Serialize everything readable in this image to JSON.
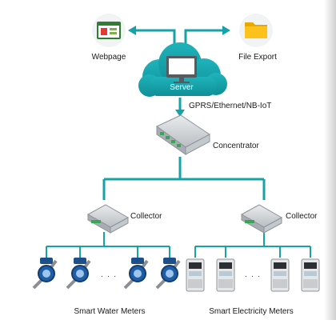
{
  "diagram": {
    "colors": {
      "connector": "#15a3a8",
      "cloud": "#16a5ad",
      "device": "#cfd3d6",
      "terminal": "#3aa655"
    },
    "nodes": {
      "webpage": {
        "label": "Webpage",
        "icon": "browser-window-icon"
      },
      "file_export": {
        "label": "File Export",
        "icon": "folder-icon"
      },
      "server": {
        "label": "Server",
        "icon": "monitor-icon"
      },
      "link": {
        "label": "GPRS/Ethernet/NB-IoT"
      },
      "concentrator": {
        "label": "Concentrator"
      },
      "collector_left": {
        "label": "Collector"
      },
      "collector_right": {
        "label": "Collector"
      },
      "water_meters": {
        "label": "Smart Water Meters",
        "ellipsis": "· · ·"
      },
      "electricity_meters": {
        "label": "Smart Electricity Meters",
        "ellipsis": "· · ·"
      }
    }
  }
}
